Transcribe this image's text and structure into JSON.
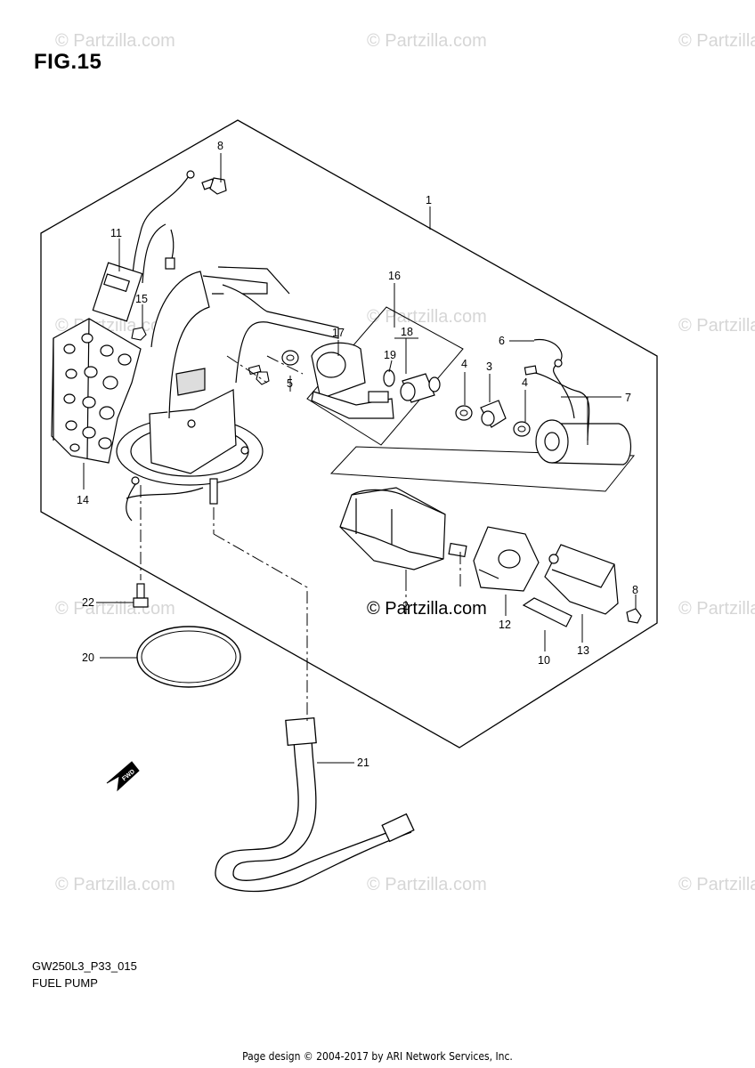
{
  "figure": {
    "title": "FIG.15",
    "code": "GW250L3_P33_015",
    "name": "FUEL PUMP"
  },
  "watermark": {
    "text": "© Partzilla.com",
    "main_text": "© Partzilla.com"
  },
  "callouts": {
    "p1": "1",
    "p2": "2",
    "p3": "3",
    "p4a": "4",
    "p4b": "4",
    "p5": "5",
    "p6": "6",
    "p7": "7",
    "p8a": "8",
    "p8b": "8",
    "p10": "10",
    "p11": "11",
    "p12": "12",
    "p13": "13",
    "p14": "14",
    "p15": "15",
    "p16": "16",
    "p17": "17",
    "p18": "18",
    "p19": "19",
    "p20": "20",
    "p21": "21",
    "p22": "22"
  },
  "fwd_label": "FWD",
  "footer": "Page design © 2004-2017 by ARI Network Services, Inc."
}
